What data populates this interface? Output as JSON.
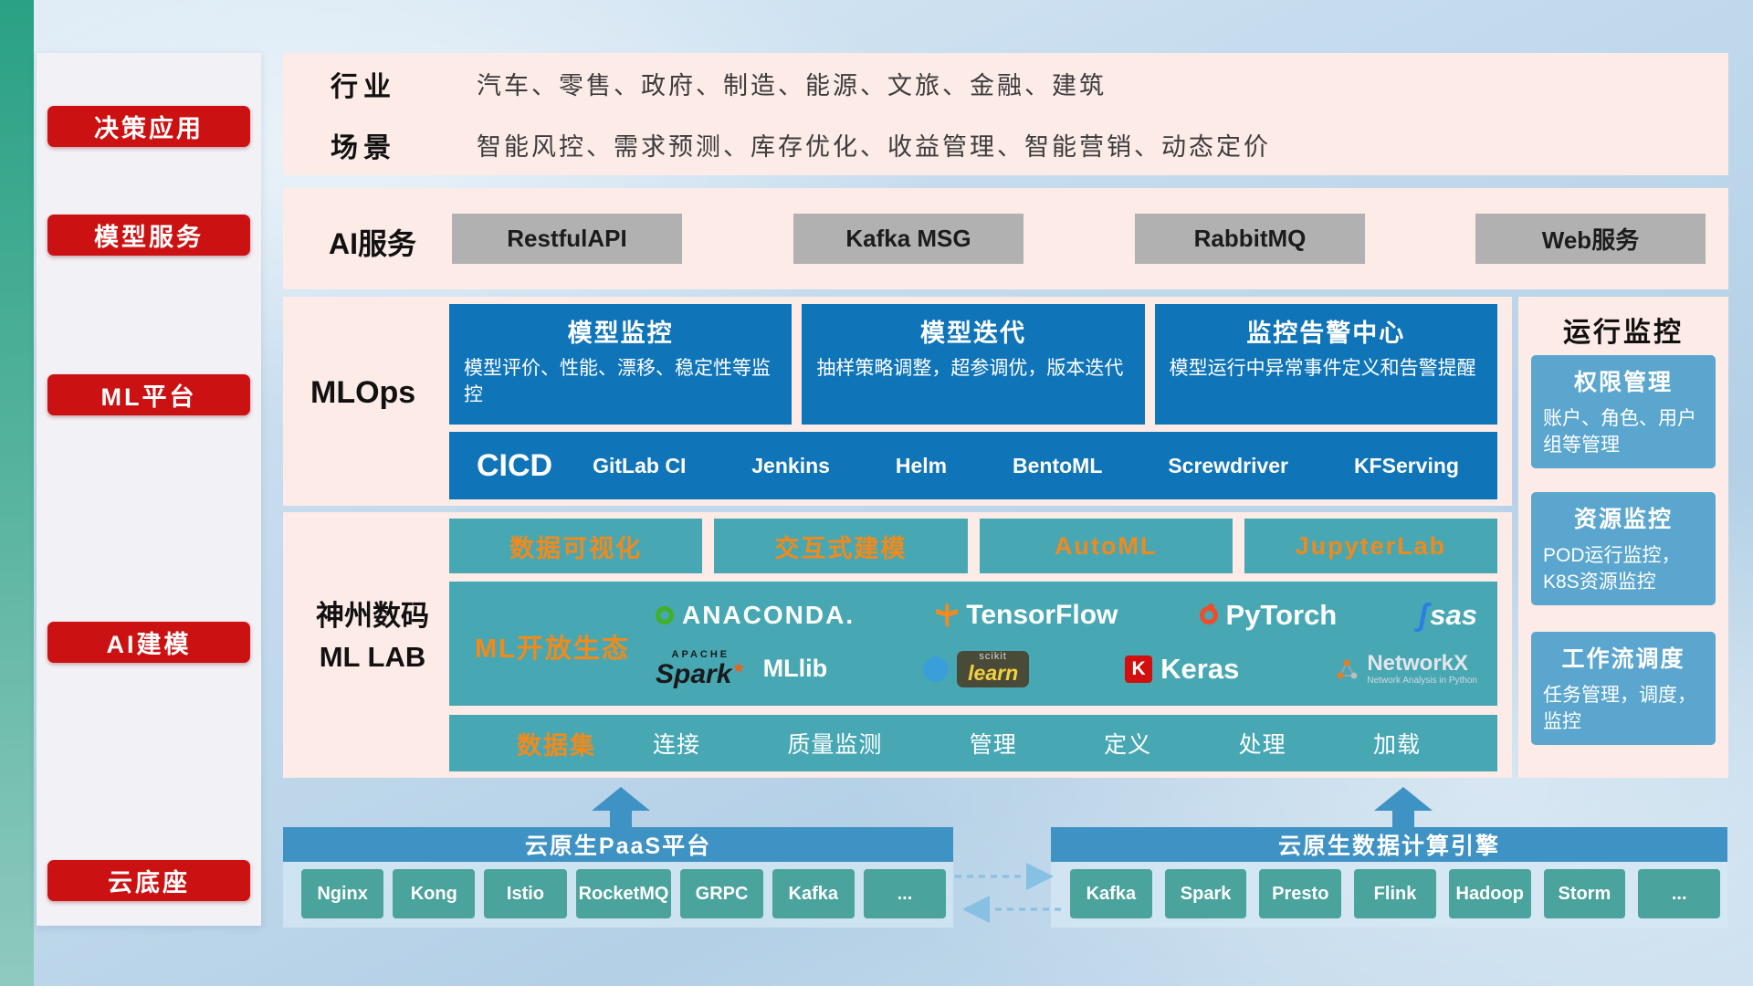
{
  "sidebar": {
    "items": [
      "决策应用",
      "模型服务",
      "ML平台",
      "AI建模",
      "云底座"
    ]
  },
  "industry": {
    "rows": [
      {
        "label": "行业",
        "text": "汽车、零售、政府、制造、能源、文旅、金融、建筑"
      },
      {
        "label": "场景",
        "text": "智能风控、需求预测、库存优化、收益管理、智能营销、动态定价"
      }
    ]
  },
  "ai_service": {
    "label": "AI服务",
    "buttons": [
      "RestfulAPI",
      "Kafka MSG",
      "RabbitMQ",
      "Web服务"
    ]
  },
  "mlops": {
    "label": "MLOps",
    "cards": [
      {
        "title": "模型监控",
        "desc": "模型评价、性能、漂移、稳定性等监控"
      },
      {
        "title": "模型迭代",
        "desc": "抽样策略调整，超参调优，版本迭代"
      },
      {
        "title": "监控告警中心",
        "desc": "模型运行中异常事件定义和告警提醒"
      }
    ],
    "cicd_label": "CICD",
    "cicd_items": [
      "GitLab CI",
      "Jenkins",
      "Helm",
      "BentoML",
      "Screwdriver",
      "KFServing"
    ]
  },
  "monitor": {
    "title": "运行监控",
    "cards": [
      {
        "title": "权限管理",
        "desc": "账户、角色、用户组等管理"
      },
      {
        "title": "资源监控",
        "desc": "POD运行监控，K8S资源监控"
      },
      {
        "title": "工作流调度",
        "desc": "任务管理，调度，监控"
      }
    ]
  },
  "mllab": {
    "label_line1": "神州数码",
    "label_line2": "ML LAB",
    "tools": [
      "数据可视化",
      "交互式建模",
      "AutoML",
      "JupyterLab"
    ],
    "eco_label": "ML开放生态",
    "logos": {
      "anaconda": "ANACONDA.",
      "tensorflow": "TensorFlow",
      "pytorch": "PyTorch",
      "sas": "sas",
      "spark_top": "APACHE",
      "spark": "Spark",
      "mllib": "MLlib",
      "sklearn_top": "scikit",
      "sklearn": "learn",
      "keras_letter": "K",
      "keras": "Keras",
      "networkx": "NetworkX",
      "networkx_sub": "Network Analysis in Python"
    },
    "dataset_label": "数据集",
    "dataset_items": [
      "连接",
      "质量监测",
      "管理",
      "定义",
      "处理",
      "加载"
    ]
  },
  "foundation": {
    "paas_title": "云原生PaaS平台",
    "paas_items": [
      "Nginx",
      "Kong",
      "Istio",
      "RocketMQ",
      "GRPC",
      "Kafka",
      "..."
    ],
    "engine_title": "云原生数据计算引擎",
    "engine_items": [
      "Kafka",
      "Spark",
      "Presto",
      "Flink",
      "Hadoop",
      "Storm",
      "..."
    ]
  },
  "colors": {
    "red_accent": "#cb1111",
    "pink_panel": "#fcebe6",
    "blue_card": "#0f74b8",
    "teal_box": "#47a8b4",
    "light_blue_card": "#5ba6ce",
    "bar_blue": "#3e92c4",
    "chip_teal": "#4aa39c",
    "orange_text": "#f18a1b"
  }
}
